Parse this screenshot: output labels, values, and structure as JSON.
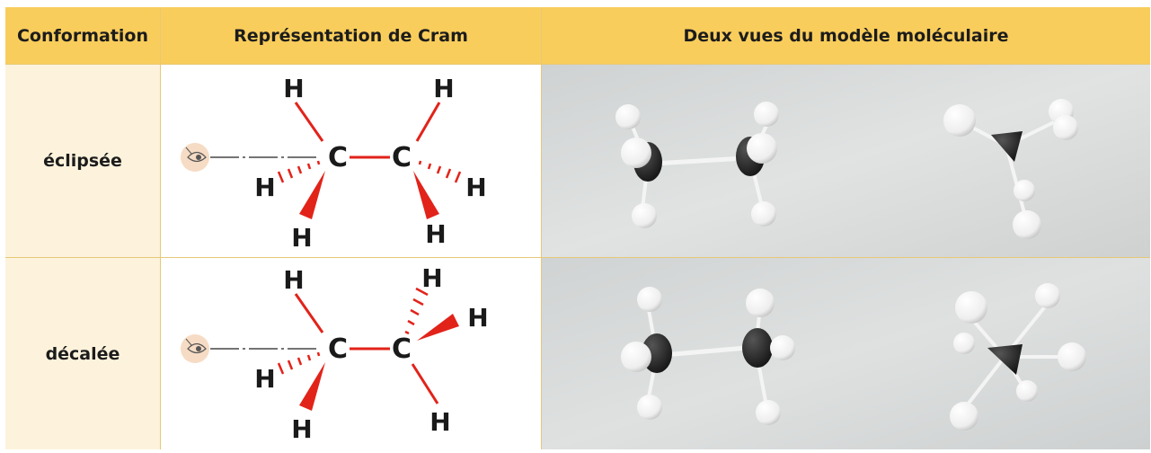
{
  "table": {
    "headers": {
      "conformation": "Conformation",
      "cram": "Représentation de Cram",
      "views": "Deux vues du modèle moléculaire"
    },
    "rows": [
      {
        "label": "éclipsée",
        "cram": {
          "carbon_left": "C",
          "carbon_right": "C",
          "h_top_left": "H",
          "h_hash_left": "H",
          "h_wedge_left": "H",
          "h_top_right": "H",
          "h_hash_right": "H",
          "h_wedge_right": "H"
        }
      },
      {
        "label": "décalée",
        "cram": {
          "carbon_left": "C",
          "carbon_right": "C",
          "h_top_left": "H",
          "h_hash_left": "H",
          "h_wedge_left": "H",
          "h_hash_right": "H",
          "h_wedge_right": "H",
          "h_bottom_right": "H"
        }
      }
    ]
  },
  "colors": {
    "header_bg": "#f9cd5c",
    "label_bg": "#fdf3dc",
    "bond_red": "#e2231a",
    "photo_bg": "#d9dbdb"
  }
}
